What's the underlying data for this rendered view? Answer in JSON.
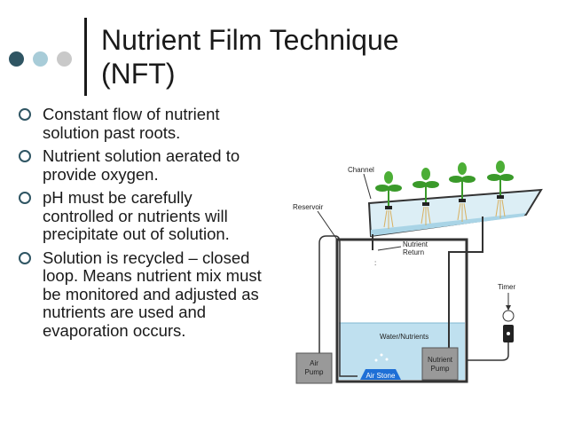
{
  "slide": {
    "title_line1": "Nutrient Film Technique",
    "title_line2": "(NFT)",
    "bullets": [
      "Constant flow of nutrient solution past roots.",
      "Nutrient solution aerated to provide oxygen.",
      "pH must be carefully controlled or nutrients will precipitate out of solution.",
      "Solution is recycled – closed loop.  Means nutrient mix must be monitored and adjusted as nutrients are used and evaporation occurs."
    ]
  },
  "diagram": {
    "channel": "Channel",
    "reservoir": "Reservoir",
    "nutrient_return_1": "Nutrient",
    "nutrient_return_2": "Return",
    "timer": "Timer",
    "water_nutrients": "Water/Nutrients",
    "air_pump_1": "Air",
    "air_pump_2": "Pump",
    "air_stone": "Air Stone",
    "nutrient_pump_1": "Nutrient",
    "nutrient_pump_2": "Pump"
  },
  "colors": {
    "accent_dark": "#2f5563",
    "accent_light": "#a8ccd8",
    "accent_gray": "#c9c9c9",
    "water": "#bfe0ef",
    "plant_green": "#3a9a2a"
  }
}
